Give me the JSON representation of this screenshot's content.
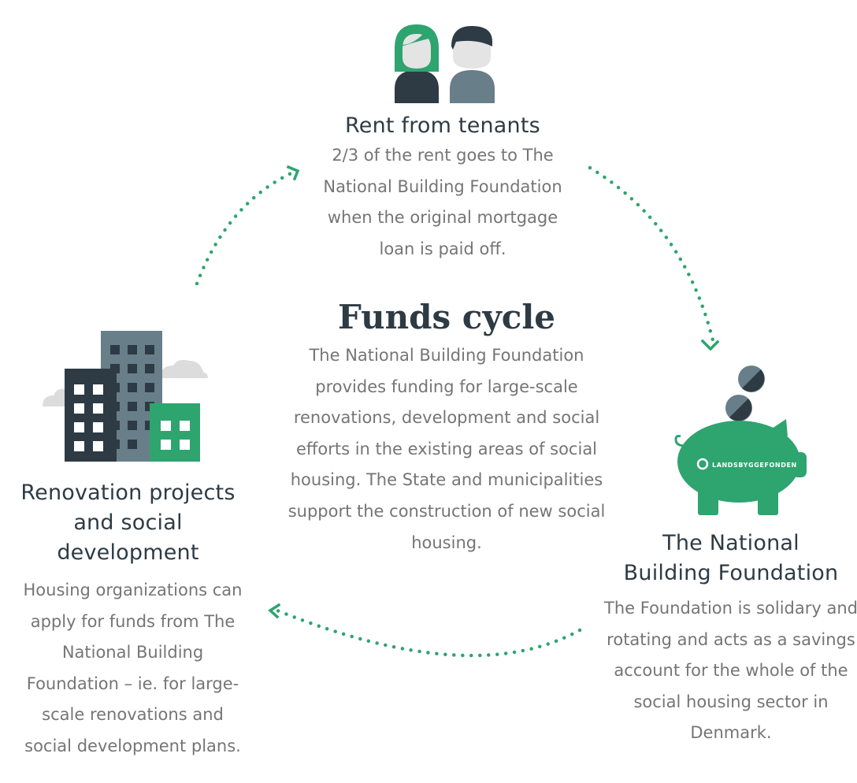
{
  "colors": {
    "green": "#2ea46f",
    "dark": "#2e3b44",
    "slate": "#687f8a",
    "face": "#e4e4e4",
    "text": "#757575",
    "cloud": "#dcdcdc",
    "window": "#ffffff"
  },
  "diagram": {
    "title": "Funds cycle",
    "description": "The National Building Foundation provides funding for large-scale renovations, development and social efforts in the existing areas of social housing. The State and municipalities support the construction of new social housing.",
    "nodes": [
      {
        "id": "tenants",
        "icon": "tenants-icon",
        "heading": "Rent from tenants",
        "text": "2/3 of the rent goes to The National Building Foundation when the original mortgage loan is paid off."
      },
      {
        "id": "foundation",
        "icon": "piggy-bank-icon",
        "logo_text": "LANDSBYGGEFONDEN",
        "heading": "The National Building Foundation",
        "text": "The Foundation is solidary and rotating and acts as a savings account for the whole of the social housing sector in Denmark."
      },
      {
        "id": "renovation",
        "icon": "buildings-icon",
        "heading": "Renovation projects and social development",
        "text": "Housing organizations can apply for funds from The National Building Foundation – ie. for large-scale renovations and social development plans."
      }
    ],
    "edges": [
      {
        "from": "tenants",
        "to": "foundation"
      },
      {
        "from": "foundation",
        "to": "renovation"
      },
      {
        "from": "renovation",
        "to": "tenants"
      }
    ]
  }
}
